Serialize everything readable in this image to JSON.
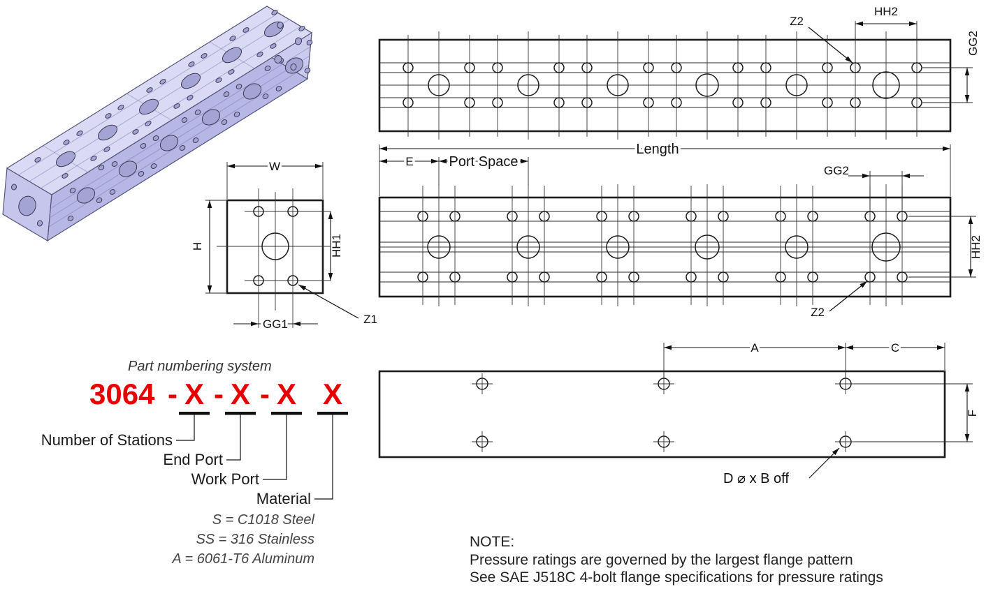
{
  "drawing": {
    "views": {
      "top": {
        "hh2": "HH2",
        "z2": "Z2",
        "gg2": "GG2"
      },
      "front": {
        "length": "Length",
        "e": "E",
        "port_space": "Port Space",
        "gg2": "GG2",
        "hh2": "HH2",
        "z2": "Z2"
      },
      "end": {
        "w": "W",
        "h": "H",
        "hh1": "HH1",
        "gg1": "GG1",
        "z1": "Z1"
      },
      "bottom": {
        "a": "A",
        "c": "C",
        "f": "F",
        "hole_spec": "D ⌀ x B off"
      }
    },
    "part_numbering": {
      "title": "Part numbering system",
      "code_base": "3064",
      "code_dash": "-",
      "code_x": "X",
      "labels": {
        "stations": "Number of Stations",
        "end_port": "End Port",
        "work_port": "Work Port",
        "material": "Material"
      },
      "materials": {
        "steel": "S = C1018 Steel",
        "stainless": "SS = 316 Stainless",
        "aluminum": "A = 6061-T6 Aluminum"
      }
    },
    "note": {
      "title": "NOTE:",
      "line1": "Pressure ratings are governed by the largest flange pattern",
      "line2": "See SAE J518C 4-bolt flange specifications for pressure ratings"
    },
    "colors": {
      "part_number_red": "#e60000",
      "block_lavender": "#b7b7e5",
      "line_dark": "#1c1c1c"
    }
  }
}
